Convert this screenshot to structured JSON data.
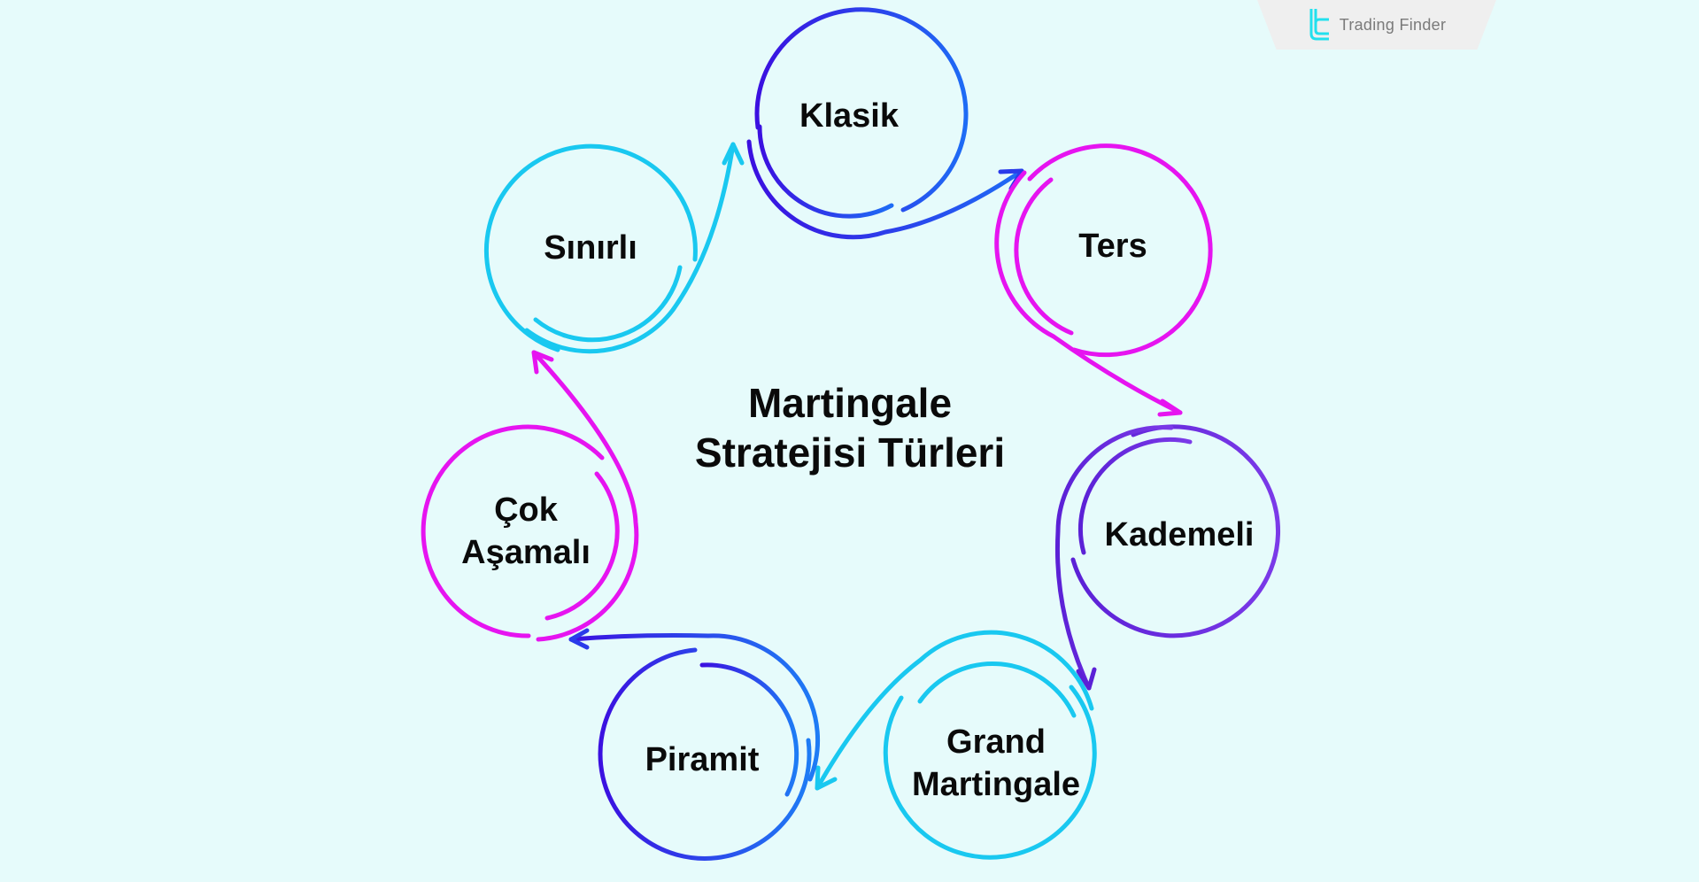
{
  "brand": {
    "name": "Trading Finder",
    "accent": "#22d3ee"
  },
  "diagram": {
    "title_line1": "Martingale",
    "title_line2": "Stratejisi Türleri",
    "nodes": [
      {
        "label_line1": "Klasik",
        "label_line2": "",
        "color_start": "#3b10e0",
        "color_end": "#1e6cf5"
      },
      {
        "label_line1": "Ters",
        "label_line2": "",
        "color_start": "#e614f0",
        "color_end": "#e614f0"
      },
      {
        "label_line1": "Kademeli",
        "label_line2": "",
        "color_start": "#5b21d6",
        "color_end": "#7b3ae8"
      },
      {
        "label_line1": "Grand",
        "label_line2": "Martingale",
        "color_start": "#19c8f0",
        "color_end": "#19c8f0"
      },
      {
        "label_line1": "Piramit",
        "label_line2": "",
        "color_start": "#3b10e0",
        "color_end": "#1e7cf5"
      },
      {
        "label_line1": "Çok",
        "label_line2": "Aşamalı",
        "color_start": "#e614f0",
        "color_end": "#e614f0"
      },
      {
        "label_line1": "Sınırlı",
        "label_line2": "",
        "color_start": "#19c8f0",
        "color_end": "#19c8f0"
      }
    ]
  },
  "colors": {
    "background": "#e6fbfb",
    "text": "#0a0a0a",
    "blue": "#2a3bea",
    "magenta": "#e614f0",
    "violet": "#6a2ad8",
    "cyan": "#19c8f0"
  }
}
